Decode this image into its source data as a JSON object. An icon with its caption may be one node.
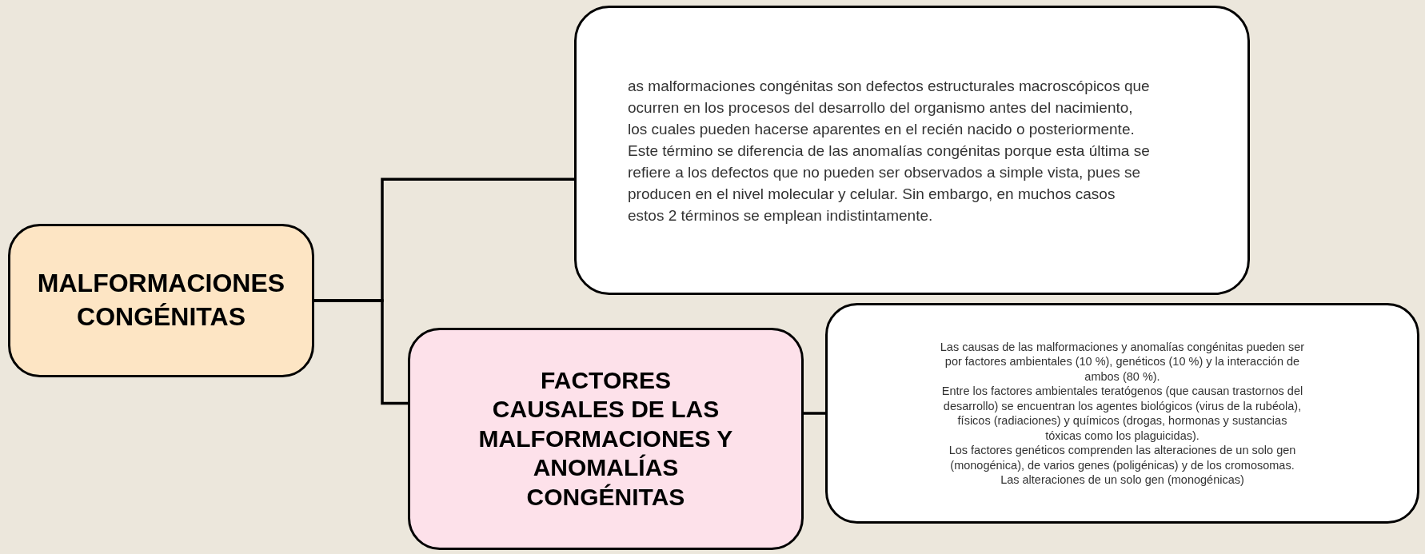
{
  "diagram": {
    "nodes": [
      {
        "text": [
          "MALFORMACIONES CONGÉNITAS"
        ]
      },
      {
        "text": [
          "as malformaciones congénitas son defectos estructurales macroscópicos que ocurren en los procesos del desarrollo del organismo antes del nacimiento, los cuales pueden hacerse aparentes en el recién nacido o posteriormente. Este término se diferencia de las anomalías congénitas porque esta última se refiere a los defectos que no pueden ser observados a simple vista, pues se producen en el nivel molecular y celular. Sin embargo, en muchos casos estos 2 términos se emplean indistintamente."
        ]
      },
      {
        "text": [
          "FACTORES CAUSALES DE LAS MALFORMACIONES Y ANOMALÍAS CONGÉNITAS"
        ]
      },
      {
        "text": [
          "Las causas de las malformaciones y anomalías congénitas pueden ser por factores ambientales (10 %), genéticos (10 %) y la interacción de ambos (80 %).",
          "Entre los factores ambientales teratógenos (que causan trastornos del desarrollo) se encuentran los agentes biológicos (virus de la rubéola), físicos (radiaciones) y químicos (drogas, hormonas y sustancias tóxicas como los plaguicidas).",
          "Los factores genéticos comprenden las alteraciones de un solo gen (monogénica), de varios genes (poligénicas) y de los cromosomas. Las alteraciones de un solo gen (monogénicas)"
        ]
      }
    ],
    "edges": [
      {
        "from": 0,
        "to": 1,
        "arrow": "none"
      },
      {
        "from": 0,
        "to": 2,
        "arrow": "none"
      },
      {
        "from": 2,
        "to": 3,
        "arrow": "none"
      }
    ]
  }
}
